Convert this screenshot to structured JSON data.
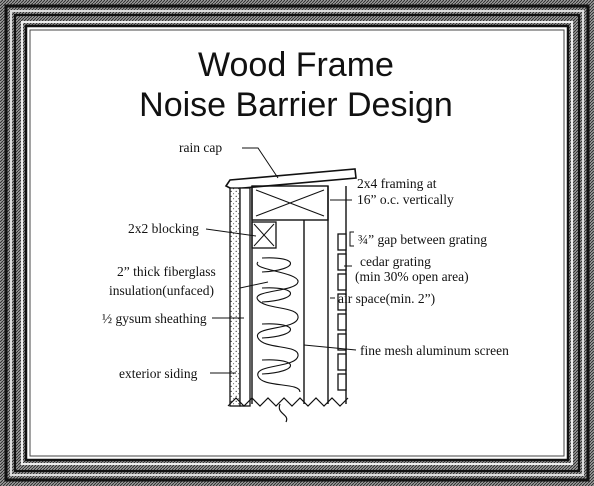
{
  "title": {
    "line1": "Wood Frame",
    "line2": "Noise Barrier Design"
  },
  "labels": {
    "rain_cap": "rain cap",
    "framing_1": "2x4 framing at",
    "framing_2": "16” o.c. vertically",
    "blocking": "2x2 blocking",
    "gap": "¾” gap between grating",
    "fiberglass_1": "2” thick fiberglass",
    "fiberglass_2": "insulation(unfaced)",
    "cedar_1": "cedar grating",
    "cedar_2": "(min 30% open area)",
    "air_space": "air space(min. 2”)",
    "sheathing": "½ gysum sheathing",
    "screen": "fine mesh aluminum screen",
    "siding": "exterior siding"
  },
  "colors": {
    "ink": "#111111",
    "frame_dark": "#2a2a2a",
    "frame_mid": "#6a6a6a",
    "paper": "#ffffff"
  }
}
